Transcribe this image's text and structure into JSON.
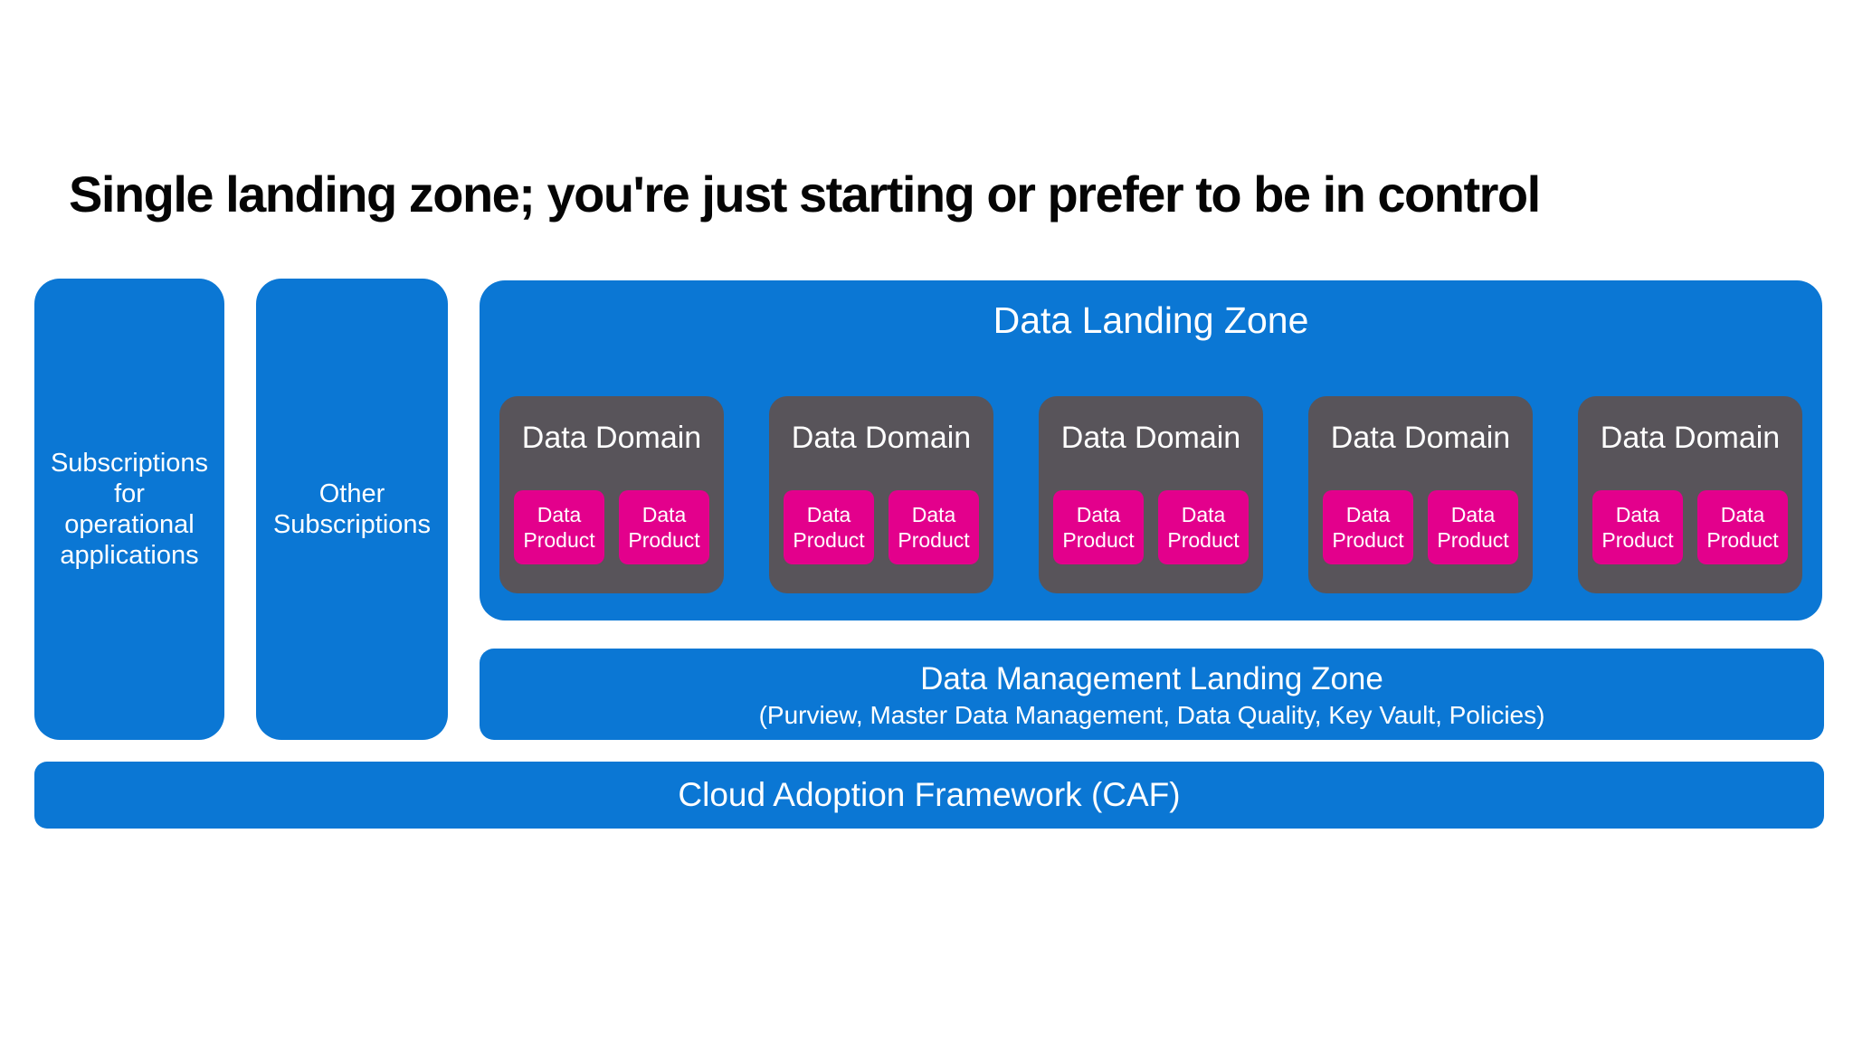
{
  "title": "Single landing zone; you're just starting or prefer to be in control",
  "colors": {
    "blue": "#0b77d4",
    "gray": "#58545A",
    "magenta": "#E3008C",
    "title_text": "#050505",
    "box_text": "#ffffff",
    "background": "#ffffff"
  },
  "subscriptions_operational": {
    "lines": [
      "Subscriptions",
      "for",
      "operational",
      "applications"
    ]
  },
  "other_subscriptions": {
    "lines": [
      "Other",
      "Subscriptions"
    ]
  },
  "data_landing_zone": {
    "title": "Data Landing Zone",
    "domains": [
      {
        "label": "Data Domain",
        "products": [
          "Data Product",
          "Data Product"
        ]
      },
      {
        "label": "Data Domain",
        "products": [
          "Data Product",
          "Data Product"
        ]
      },
      {
        "label": "Data Domain",
        "products": [
          "Data Product",
          "Data Product"
        ]
      },
      {
        "label": "Data Domain",
        "products": [
          "Data Product",
          "Data Product"
        ]
      },
      {
        "label": "Data Domain",
        "products": [
          "Data Product",
          "Data Product"
        ]
      }
    ]
  },
  "data_management_landing_zone": {
    "title": "Data Management Landing Zone",
    "subtitle": "(Purview, Master Data Management, Data Quality, Key Vault, Policies)"
  },
  "caf": {
    "label": "Cloud Adoption Framework (CAF)"
  }
}
